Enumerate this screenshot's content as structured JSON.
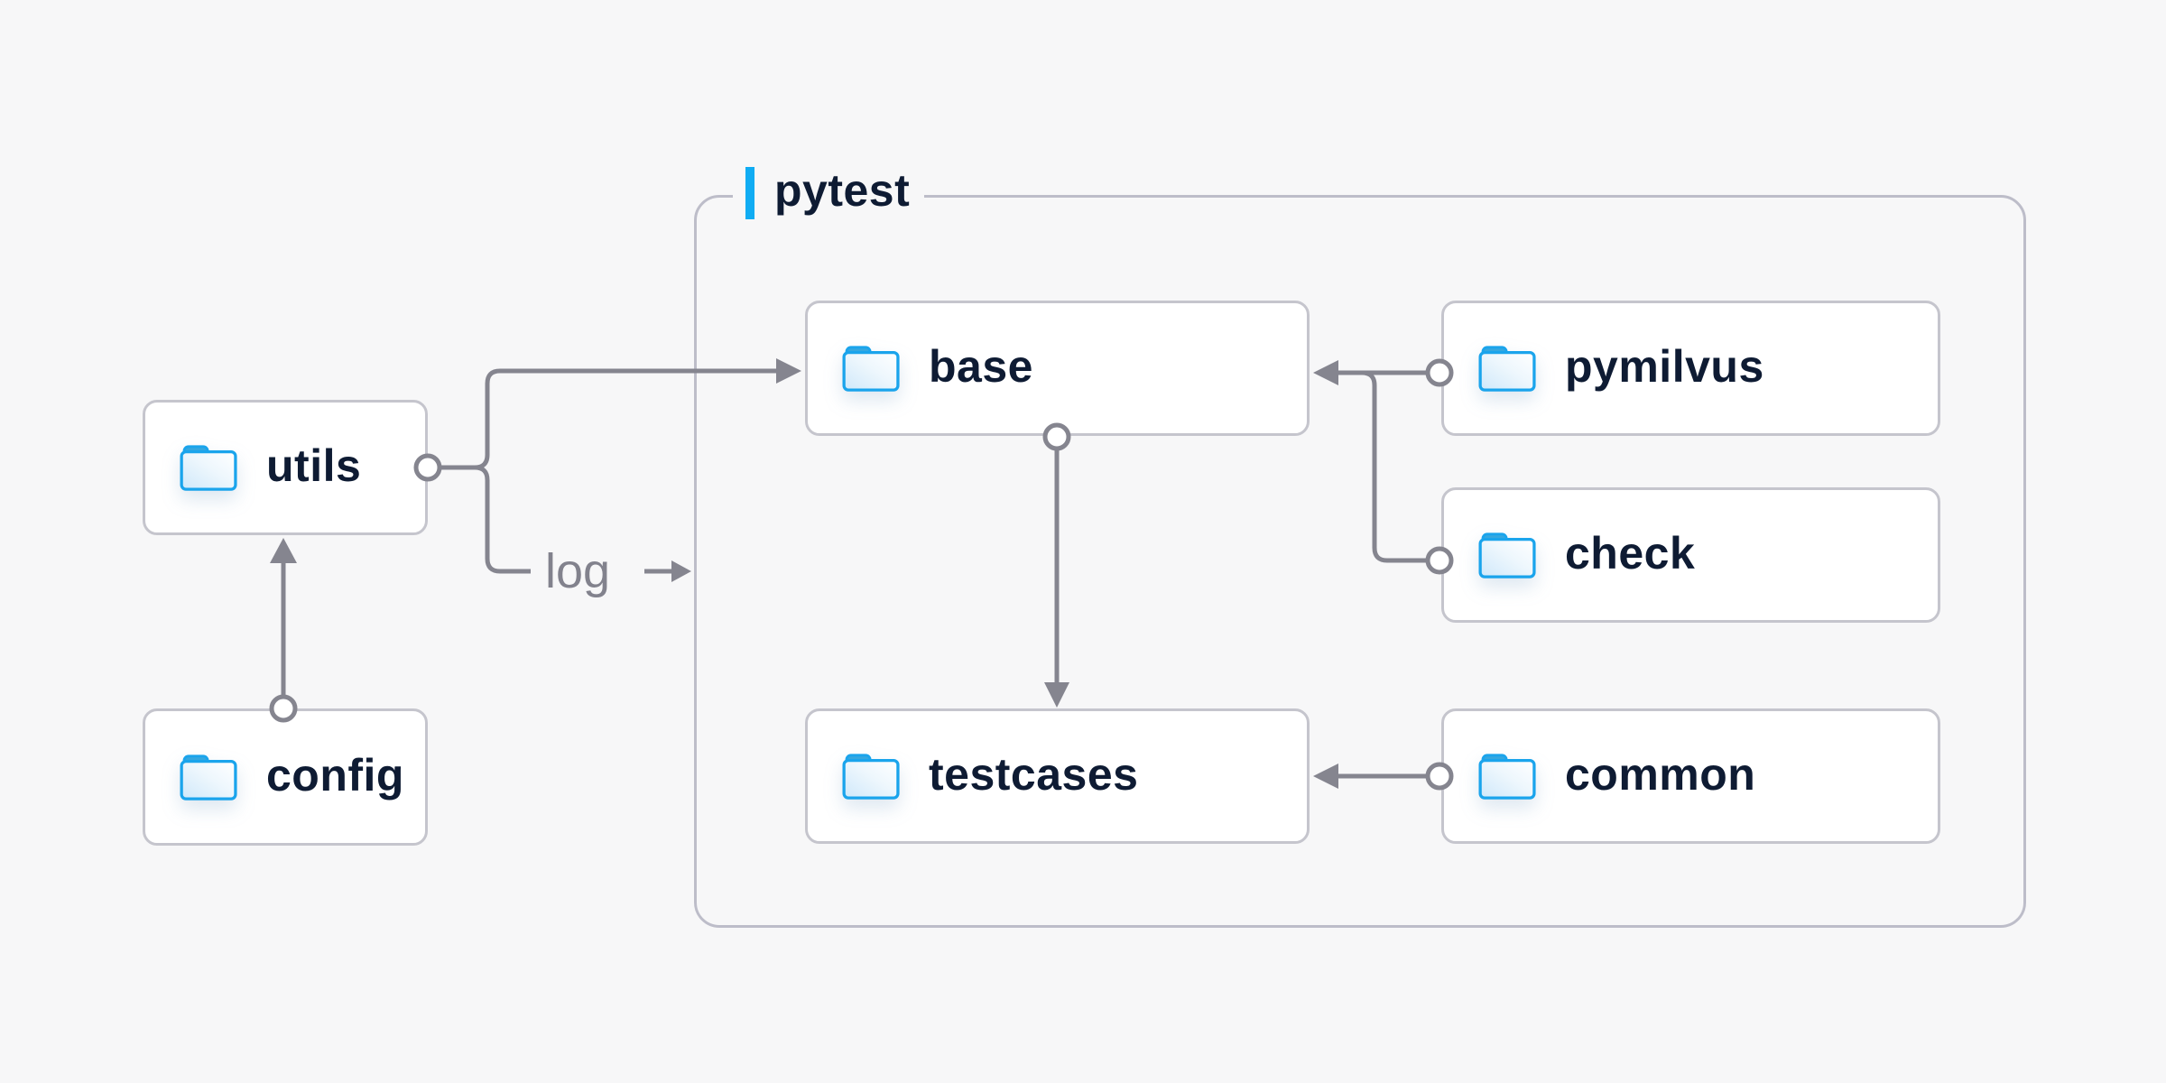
{
  "diagram": {
    "title_group": {
      "label": "pytest"
    },
    "nodes": [
      {
        "id": "utils",
        "label": "utils"
      },
      {
        "id": "config",
        "label": "config"
      },
      {
        "id": "base",
        "label": "base"
      },
      {
        "id": "pymilvus",
        "label": "pymilvus"
      },
      {
        "id": "check",
        "label": "check"
      },
      {
        "id": "testcases",
        "label": "testcases"
      },
      {
        "id": "common",
        "label": "common"
      }
    ],
    "edges": [
      {
        "from": "config",
        "to": "utils",
        "label": ""
      },
      {
        "from": "utils",
        "to": "base",
        "label": ""
      },
      {
        "from": "utils",
        "to": "log",
        "label": "log"
      },
      {
        "from": "pymilvus",
        "to": "base",
        "label": ""
      },
      {
        "from": "check",
        "to": "base",
        "label": ""
      },
      {
        "from": "base",
        "to": "testcases",
        "label": ""
      },
      {
        "from": "common",
        "to": "testcases",
        "label": ""
      }
    ],
    "edge_label_log": "log",
    "colors": {
      "background": "#f7f7f8",
      "node_fill": "#ffffff",
      "node_border": "#c5c5cd",
      "group_border": "#bdbdc9",
      "connector": "#85858f",
      "text": "#0e1b33",
      "accent": "#10acf3",
      "folder_stroke": "#1aa4ec",
      "folder_tab": "#35a7df",
      "folder_fill_light": "#cfe8fa"
    }
  }
}
